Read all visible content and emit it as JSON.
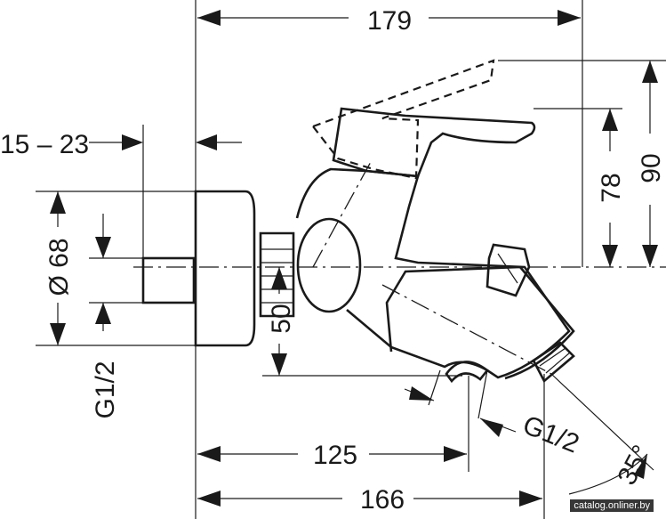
{
  "dimensions": {
    "overall_top": "179",
    "wall_offset": "15 – 23",
    "diameter": "Ø 68",
    "inlet_left": "G1/2",
    "height_78": "78",
    "height_90": "90",
    "spout_height": "50",
    "spout_reach": "125",
    "overall_bottom": "166",
    "outlet_thread": "G1/2",
    "angle": "35°"
  },
  "watermark": "catalog.onliner.by"
}
